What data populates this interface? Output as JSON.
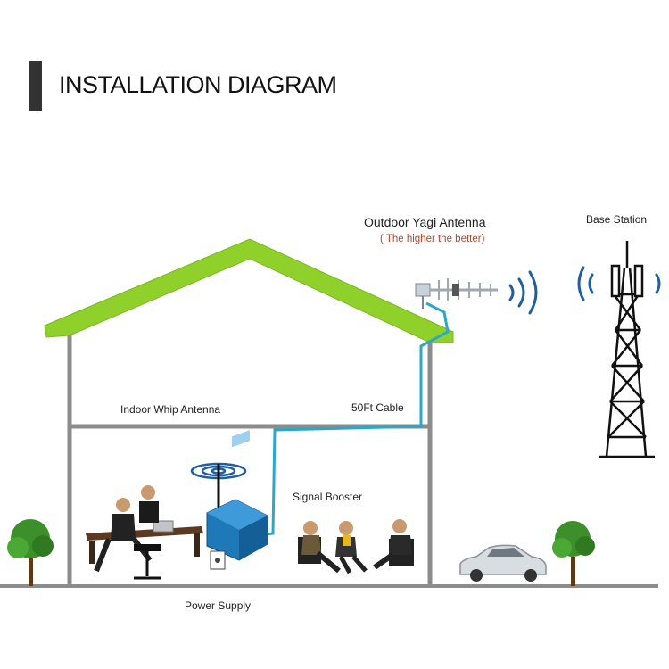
{
  "title": "INSTALLATION DIAGRAM",
  "labels": {
    "outdoor_antenna": "Outdoor Yagi Antenna",
    "outdoor_antenna_note": "( The higher the better)",
    "base_station": "Base Station",
    "indoor_antenna": "Indoor Whip Antenna",
    "cable": "50Ft Cable",
    "booster": "Signal Booster",
    "power": "Power Supply"
  },
  "colors": {
    "roof": "#8fd12a",
    "walls": "#8c8c8c",
    "cable": "#2aa8c8",
    "booster": "#1f78b8",
    "signal_waves": "#1f5fa0",
    "tree": "#3c8f2a",
    "title_bar": "#333333"
  }
}
